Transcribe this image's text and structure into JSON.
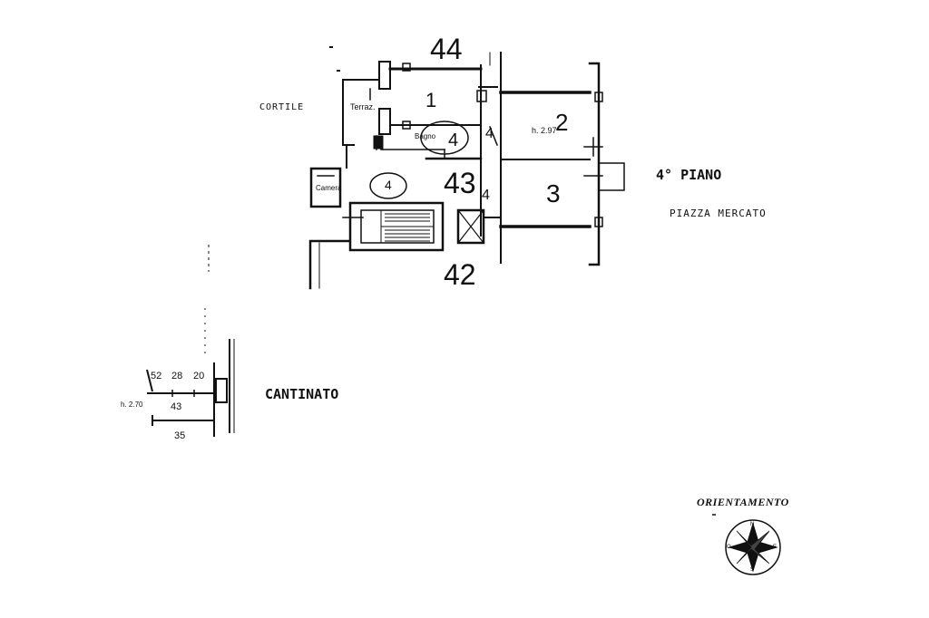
{
  "plan": {
    "labels": {
      "lot_44": "44",
      "lot_43": "43",
      "lot_42": "42",
      "room_1": "1",
      "room_2": "2",
      "room_3": "3",
      "room_4_circle": "4",
      "room_4_bath": "4",
      "room_4_side": "4",
      "room_4_bottom": "4",
      "terrace": "Terraz.",
      "bathroom": "Bagno",
      "closet": "Camera",
      "height": "h. 2.97",
      "courtyard": "CORTILE",
      "floor": "4° PIANO",
      "square": "PIAZZA MERCATO"
    }
  },
  "basement": {
    "title": "CANTINATO",
    "dims": {
      "d52": "52",
      "d28": "28",
      "d20": "20",
      "d43": "43",
      "d35": "35"
    },
    "height": "h. 2.70"
  },
  "compass": {
    "title": "ORIENTAMENTO",
    "n": "N",
    "s": "S",
    "e": "E",
    "o": "O"
  }
}
